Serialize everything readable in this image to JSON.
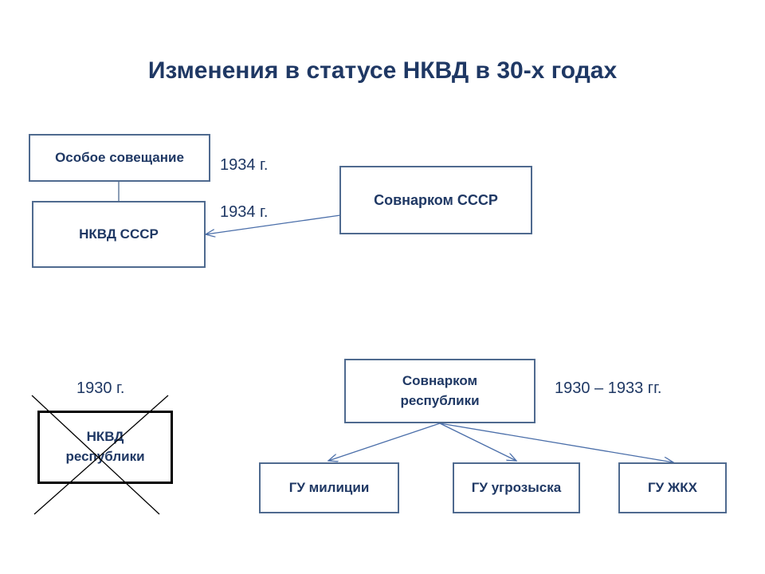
{
  "title": "Изменения в статусе  НКВД в 30-х  годах",
  "nodes": {
    "special_meeting": "Особое совещание",
    "nkvd_ussr": "НКВД СССР",
    "sovnarkom_ussr": "Совнарком СССР",
    "nkvd_republics": [
      "НКВД",
      "республики"
    ],
    "sovnarkom_republics": [
      "Совнарком",
      "республики"
    ],
    "gu_militia": "ГУ милиции",
    "gu_criminal": "ГУ угрозыска",
    "gu_housing": "ГУ ЖКХ"
  },
  "years": {
    "special_meeting_year": "1934 г.",
    "nkvd_ussr_year": "1934 г.",
    "abolished_year": "1930 г.",
    "republic_period": "1930 – 1933 гг."
  },
  "colors": {
    "title": "#1f3864",
    "box_border": "#4f6a8f",
    "arrow": "#4a6ea9",
    "cross": "#000000"
  }
}
